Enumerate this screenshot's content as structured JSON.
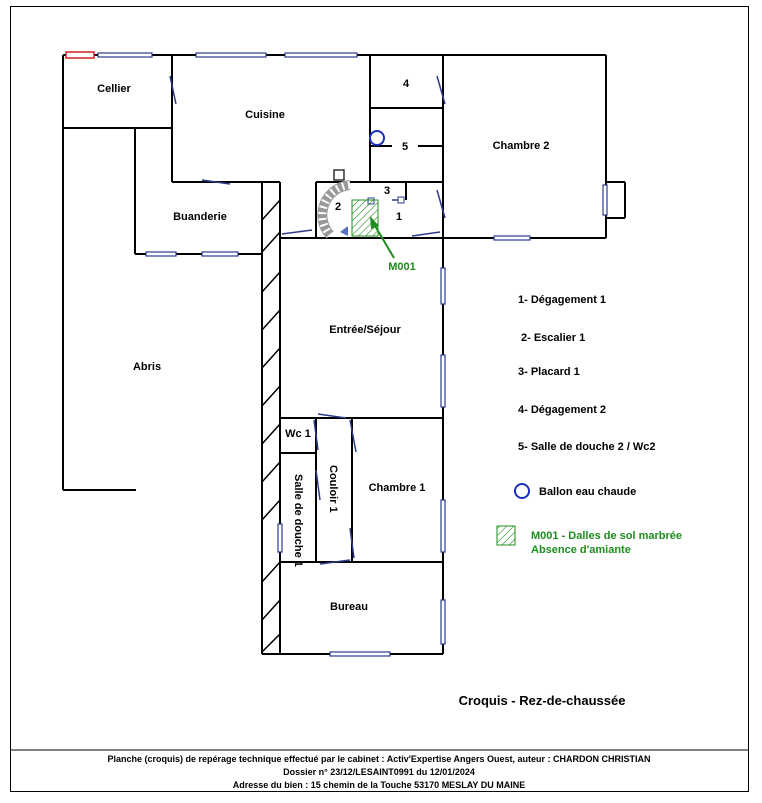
{
  "rooms": {
    "cellier": "Cellier",
    "cuisine": "Cuisine",
    "chambre2": "Chambre 2",
    "buanderie": "Buanderie",
    "abris": "Abris",
    "entree": "Entrée/Séjour",
    "wc1": "Wc 1",
    "couloir1": "Couloir 1",
    "chambre1": "Chambre 1",
    "salle_douche1": "Salle de douche 1",
    "bureau": "Bureau",
    "num1": "1",
    "num2": "2",
    "num3": "3",
    "num4": "4",
    "num5": "5"
  },
  "marker": {
    "label": "M001"
  },
  "legend": {
    "items": [
      "1- Dégagement 1",
      "2- Escalier 1",
      "3- Placard 1",
      "4- Dégagement 2",
      "5- Salle de douche 2 / Wc2"
    ],
    "ballon": "Ballon eau chaude",
    "m001_title": "M001 - Dalles de sol marbrée",
    "m001_sub": "Absence d'amiante"
  },
  "title": "Croquis - Rez-de-chaussée",
  "footer": {
    "line1": "Planche (croquis) de repérage technique effectué par le cabinet : Activ'Expertise Angers Ouest, auteur : CHARDON CHRISTIAN",
    "line2": "Dossier n° 23/12/LESAINT0991 du 12/01/2024",
    "line3": "Adresse du bien : 15 chemin de la Touche  53170 MESLAY DU MAINE"
  },
  "colors": {
    "green": "#1e8c1e",
    "blue": "#2b3c8c",
    "ballon": "#1a2fbf"
  }
}
